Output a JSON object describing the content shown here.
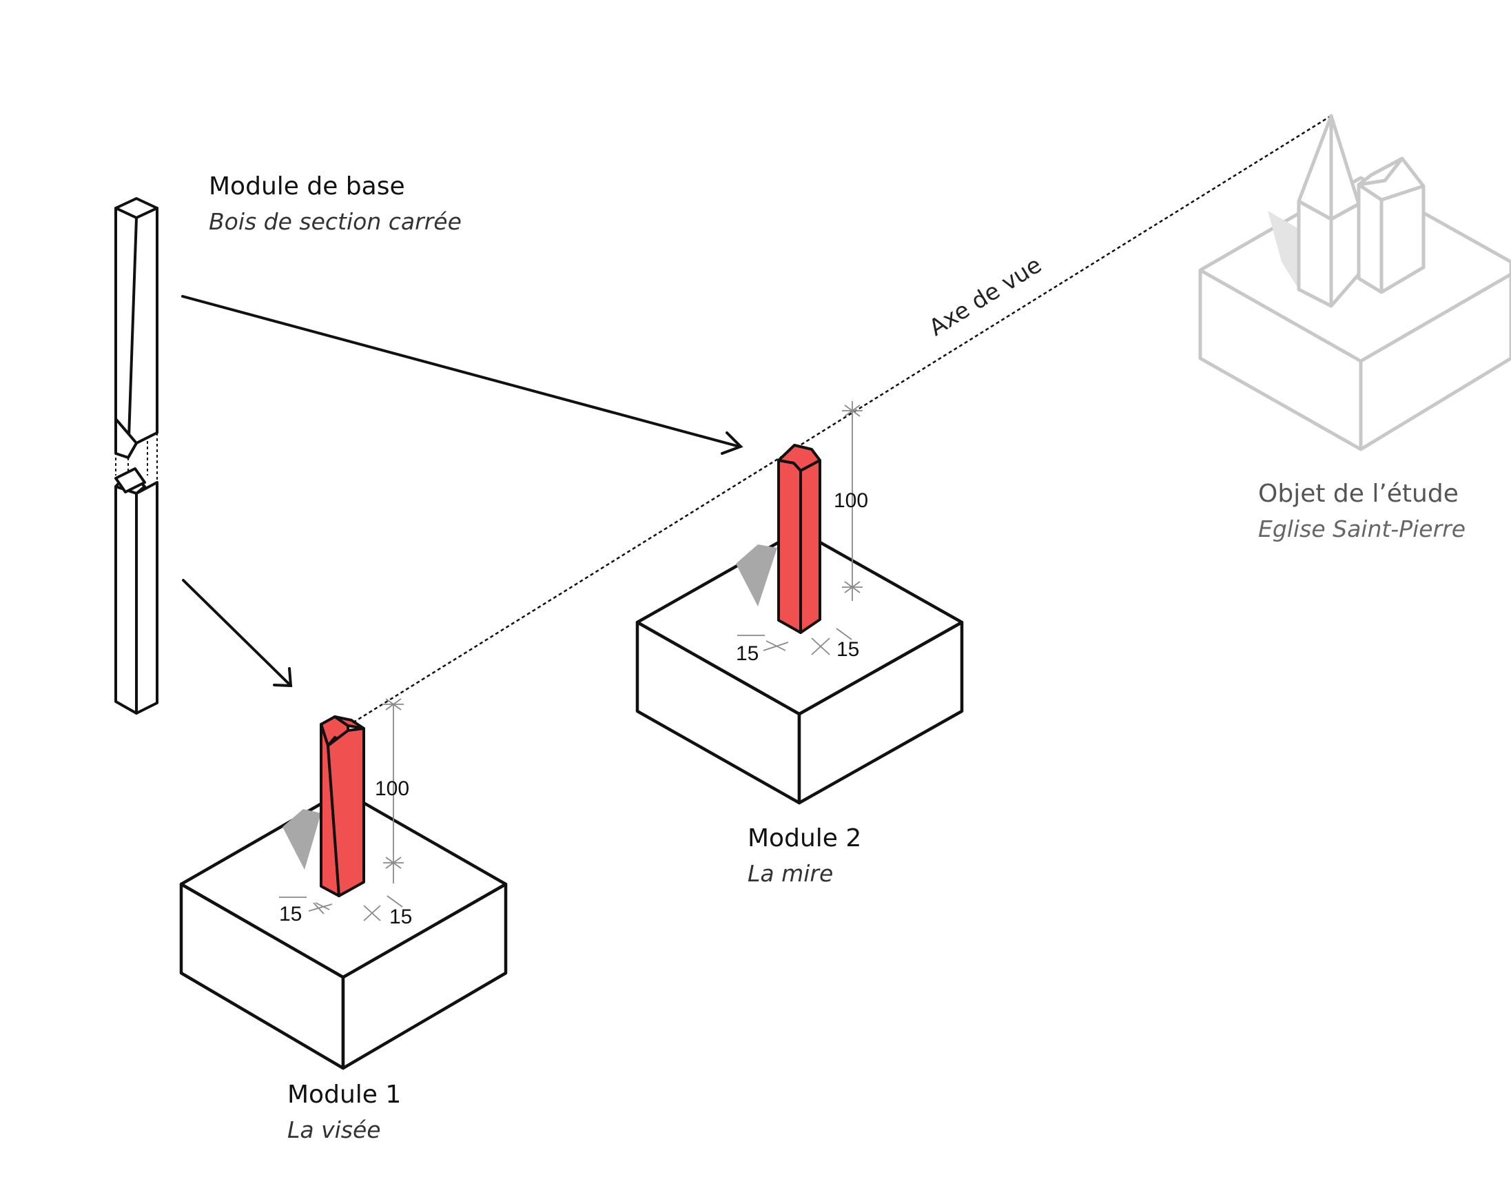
{
  "labels": {
    "base_module": {
      "title": "Module de base",
      "subtitle": "Bois de section carrée"
    },
    "module1": {
      "title": "Module 1",
      "subtitle": "La visée"
    },
    "module2": {
      "title": "Module 2",
      "subtitle": "La mire"
    },
    "study_object": {
      "title": "Objet de l’étude",
      "subtitle": "Eglise Saint-Pierre"
    },
    "sight_axis": "Axe de vue"
  },
  "dimensions": {
    "module1": {
      "height": "100",
      "width_left": "15",
      "width_right": "15"
    },
    "module2": {
      "height": "100",
      "width_left": "15",
      "width_right": "15"
    }
  },
  "colors": {
    "post_fill": "#f05050",
    "stroke": "#111111",
    "shadow": "#a8a8a8",
    "church_stroke": "#c8c8c8",
    "dim_stroke": "#8a8a8a"
  }
}
